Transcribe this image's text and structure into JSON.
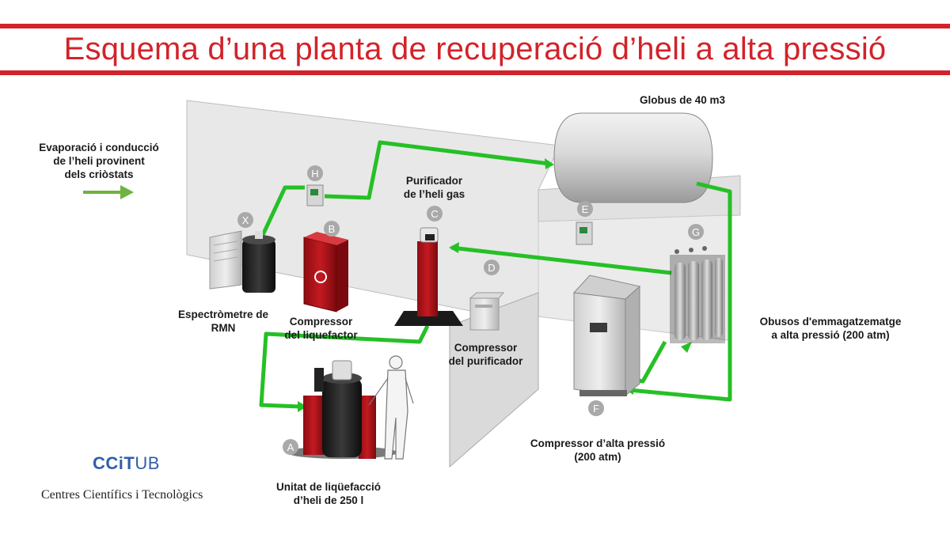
{
  "title": "Esquema d’una planta de recuperació d’heli a alta pressió",
  "colors": {
    "accent": "#d2232a",
    "pipe": "#25c026",
    "arrow": "#6cb33f",
    "logo": "#2f5fa8",
    "equipment_red": "#b3121a"
  },
  "labels": {
    "globus": "Globus de 40 m3",
    "evaporacio": [
      "Evaporació i conducció",
      "de l’heli provinent",
      "dels criòstats"
    ],
    "purificador": [
      "Purificador",
      "de l’heli gas"
    ],
    "espectrometre": [
      "Espectròmetre de",
      "RMN"
    ],
    "compressor_liq": [
      "Compressor",
      "del liquefactor"
    ],
    "compressor_pur": [
      "Compressor",
      "del purificador"
    ],
    "obusos": [
      "Obusos d'emmagatzematge",
      "a alta pressió (200 atm)"
    ],
    "compressor_alta": [
      "Compressor d’alta pressió",
      "(200 atm)"
    ],
    "unitat": [
      "Unitat de  liqüefacció",
      "d’heli de 250 l"
    ]
  },
  "markers": [
    "X",
    "H",
    "B",
    "C",
    "D",
    "E",
    "G",
    "A",
    "F"
  ],
  "logo": {
    "main": "CCiT",
    "suffix": "UB",
    "subtitle": "Centres Científics i Tecnològics"
  }
}
